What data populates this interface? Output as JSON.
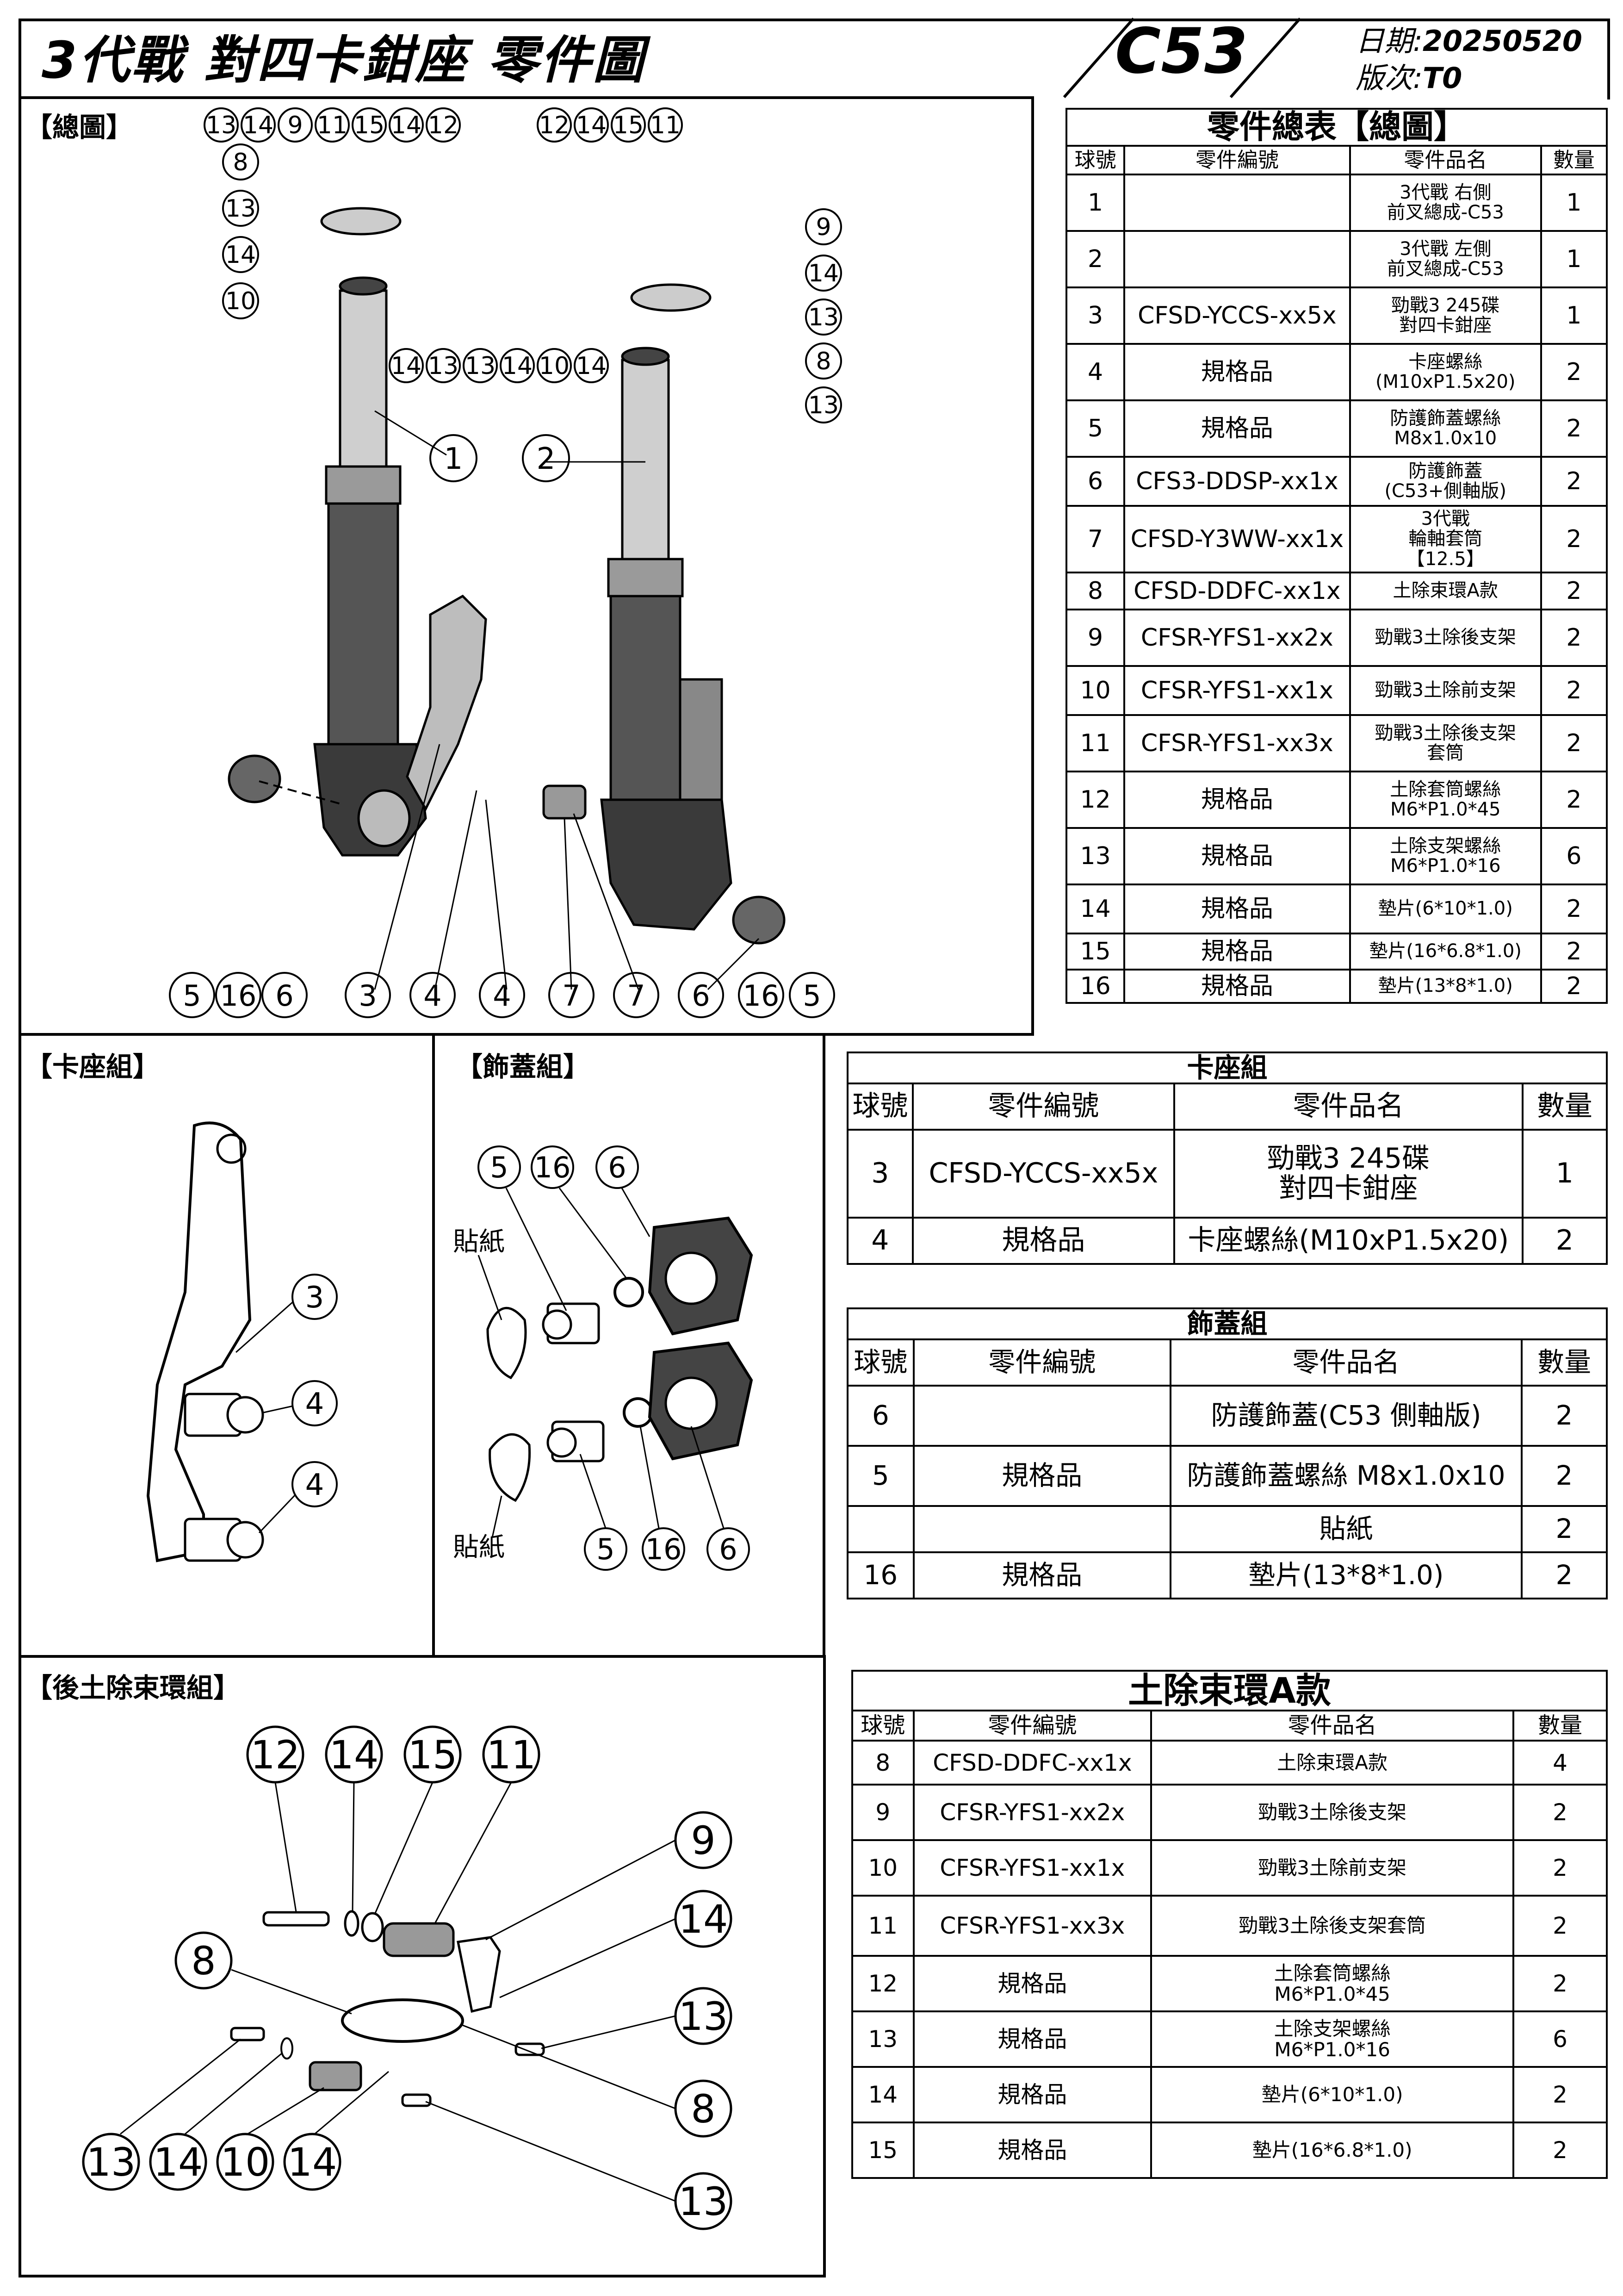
{
  "header": {
    "title": "3代戰 對四卡鉗座 零件圖",
    "model": "C53",
    "date_label": "日期:",
    "date_value": "20250520",
    "version_label": "版次:",
    "version_value": "T0"
  },
  "sections": {
    "overview": "【總圖】",
    "caliper": "【卡座組】",
    "cover": "【飾蓋組】",
    "rear_mud": "【後土除束環組】"
  },
  "labels": {
    "sticker_1": "貼紙",
    "sticker_2": "貼紙"
  },
  "overview_balloons": {
    "top_left": [
      "13",
      "14",
      "9",
      "11",
      "15",
      "14",
      "12"
    ],
    "top_right": [
      "12",
      "14",
      "15",
      "11"
    ],
    "left_side": [
      "8",
      "13",
      "14",
      "10"
    ],
    "right_side": [
      "9",
      "14",
      "13",
      "8",
      "13"
    ],
    "mid_row": [
      "14",
      "13",
      "13",
      "14",
      "10",
      "14"
    ],
    "center": [
      "1",
      "2"
    ],
    "bottom": [
      "5",
      "16",
      "6",
      "3",
      "4",
      "4",
      "7",
      "7",
      "6",
      "16",
      "5"
    ]
  },
  "caliper_balloons": [
    "3",
    "4",
    "4"
  ],
  "cover_balloons": [
    "5",
    "16",
    "6",
    "5",
    "16",
    "6"
  ],
  "rear_balloons": {
    "top": [
      "12",
      "14",
      "15",
      "11"
    ],
    "right": [
      "9",
      "14",
      "13",
      "8",
      "13"
    ],
    "left": [
      "8"
    ],
    "bottom": [
      "13",
      "14",
      "10",
      "14"
    ]
  },
  "master_table": {
    "caption": "零件總表【總圖】",
    "headers": [
      "球號",
      "零件編號",
      "零件品名",
      "數量"
    ],
    "rows": [
      [
        "1",
        "",
        "3代戰 右側\n前叉總成-C53",
        "1"
      ],
      [
        "2",
        "",
        "3代戰 左側\n前叉總成-C53",
        "1"
      ],
      [
        "3",
        "CFSD-YCCS-xx5x",
        "勁戰3 245碟\n對四卡鉗座",
        "1"
      ],
      [
        "4",
        "規格品",
        "卡座螺絲\n(M10xP1.5x20)",
        "2"
      ],
      [
        "5",
        "規格品",
        "防護飾蓋螺絲\nM8x1.0x10",
        "2"
      ],
      [
        "6",
        "CFS3-DDSP-xx1x",
        "防護飾蓋\n(C53+側軸版)",
        "2"
      ],
      [
        "7",
        "CFSD-Y3WW-xx1x",
        "3代戰\n輪軸套筒\n【12.5】",
        "2"
      ],
      [
        "8",
        "CFSD-DDFC-xx1x",
        "土除束環A款",
        "2"
      ],
      [
        "9",
        "CFSR-YFS1-xx2x",
        "勁戰3土除後支架",
        "2"
      ],
      [
        "10",
        "CFSR-YFS1-xx1x",
        "勁戰3土除前支架",
        "2"
      ],
      [
        "11",
        "CFSR-YFS1-xx3x",
        "勁戰3土除後支架\n套筒",
        "2"
      ],
      [
        "12",
        "規格品",
        "土除套筒螺絲\nM6*P1.0*45",
        "2"
      ],
      [
        "13",
        "規格品",
        "土除支架螺絲\nM6*P1.0*16",
        "6"
      ],
      [
        "14",
        "規格品",
        "墊片(6*10*1.0)",
        "2"
      ],
      [
        "15",
        "規格品",
        "墊片(16*6.8*1.0)",
        "2"
      ],
      [
        "16",
        "規格品",
        "墊片(13*8*1.0)",
        "2"
      ]
    ]
  },
  "caliper_table": {
    "caption": "卡座組",
    "headers": [
      "球號",
      "零件編號",
      "零件品名",
      "數量"
    ],
    "rows": [
      [
        "3",
        "CFSD-YCCS-xx5x",
        "勁戰3 245碟\n對四卡鉗座",
        "1"
      ],
      [
        "4",
        "規格品",
        "卡座螺絲(M10xP1.5x20)",
        "2"
      ]
    ]
  },
  "cover_table": {
    "caption": "飾蓋組",
    "headers": [
      "球號",
      "零件編號",
      "零件品名",
      "數量"
    ],
    "rows": [
      [
        "6",
        "",
        "防護飾蓋(C53 側軸版)",
        "2"
      ],
      [
        "5",
        "規格品",
        "防護飾蓋螺絲 M8x1.0x10",
        "2"
      ],
      [
        "",
        "",
        "貼紙",
        "2"
      ],
      [
        "16",
        "規格品",
        "墊片(13*8*1.0)",
        "2"
      ]
    ]
  },
  "mud_table": {
    "caption": "土除束環A款",
    "headers": [
      "球號",
      "零件編號",
      "零件品名",
      "數量"
    ],
    "rows": [
      [
        "8",
        "CFSD-DDFC-xx1x",
        "土除束環A款",
        "4"
      ],
      [
        "9",
        "CFSR-YFS1-xx2x",
        "勁戰3土除後支架",
        "2"
      ],
      [
        "10",
        "CFSR-YFS1-xx1x",
        "勁戰3土除前支架",
        "2"
      ],
      [
        "11",
        "CFSR-YFS1-xx3x",
        "勁戰3土除後支架套筒",
        "2"
      ],
      [
        "12",
        "規格品",
        "土除套筒螺絲\nM6*P1.0*45",
        "2"
      ],
      [
        "13",
        "規格品",
        "土除支架螺絲\nM6*P1.0*16",
        "6"
      ],
      [
        "14",
        "規格品",
        "墊片(6*10*1.0)",
        "2"
      ],
      [
        "15",
        "規格品",
        "墊片(16*6.8*1.0)",
        "2"
      ]
    ]
  }
}
